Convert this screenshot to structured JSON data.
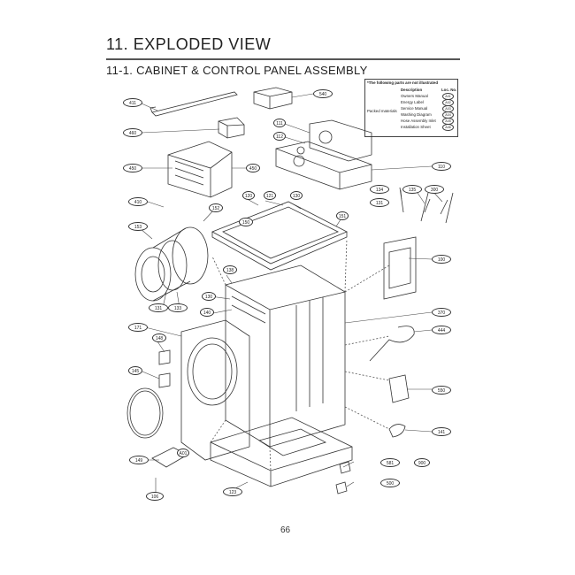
{
  "page_title": "11. EXPLODED VIEW",
  "section_title": "11-1. CABINET & CONTROL PANEL ASSEMBLY",
  "legend": {
    "title": "*The following parts are not illustrated",
    "col_description": "Description",
    "col_loc": "Loc. No.",
    "group_label": "Packed materials",
    "rows": [
      {
        "desc": "Owners Manual",
        "code": "A01"
      },
      {
        "desc": "Energy Label",
        "code": "A02"
      },
      {
        "desc": "Service Manual",
        "code": "A03"
      },
      {
        "desc": "Washing Diagram",
        "code": "A04"
      },
      {
        "desc": "Hose Assembly Inlet",
        "code": "A05"
      },
      {
        "desc": "Installation Sheet",
        "code": "A06"
      }
    ]
  },
  "callouts": [
    {
      "id": "c1",
      "label": "411"
    },
    {
      "id": "c2",
      "label": "540"
    },
    {
      "id": "c3",
      "label": "460"
    },
    {
      "id": "c4",
      "label": "111"
    },
    {
      "id": "c5",
      "label": "112"
    },
    {
      "id": "c6",
      "label": "450"
    },
    {
      "id": "c7",
      "label": "450"
    },
    {
      "id": "c8",
      "label": "110"
    },
    {
      "id": "c9",
      "label": "120"
    },
    {
      "id": "c10",
      "label": "121"
    },
    {
      "id": "c11",
      "label": "130"
    },
    {
      "id": "c12",
      "label": "134"
    },
    {
      "id": "c13",
      "label": "135"
    },
    {
      "id": "c14",
      "label": "300"
    },
    {
      "id": "c15",
      "label": "131"
    },
    {
      "id": "c16",
      "label": "410"
    },
    {
      "id": "c17",
      "label": "152"
    },
    {
      "id": "c18",
      "label": "150"
    },
    {
      "id": "c19",
      "label": "153"
    },
    {
      "id": "c20",
      "label": "151"
    },
    {
      "id": "c21",
      "label": "138"
    },
    {
      "id": "c22",
      "label": "130"
    },
    {
      "id": "c23",
      "label": "140"
    },
    {
      "id": "c24",
      "label": "131"
    },
    {
      "id": "c25",
      "label": "133"
    },
    {
      "id": "c26",
      "label": "171"
    },
    {
      "id": "c27",
      "label": "148"
    },
    {
      "id": "c28",
      "label": "145"
    },
    {
      "id": "c29",
      "label": "100"
    },
    {
      "id": "c30",
      "label": "370"
    },
    {
      "id": "c31",
      "label": "444"
    },
    {
      "id": "c32",
      "label": "550"
    },
    {
      "id": "c33",
      "label": "141"
    },
    {
      "id": "c34",
      "label": "A01"
    },
    {
      "id": "c35",
      "label": "149"
    },
    {
      "id": "c36",
      "label": "106"
    },
    {
      "id": "c37",
      "label": "123"
    },
    {
      "id": "c38",
      "label": "581"
    },
    {
      "id": "c39",
      "label": "500"
    },
    {
      "id": "c40",
      "label": "900"
    }
  ],
  "page_number": "66"
}
